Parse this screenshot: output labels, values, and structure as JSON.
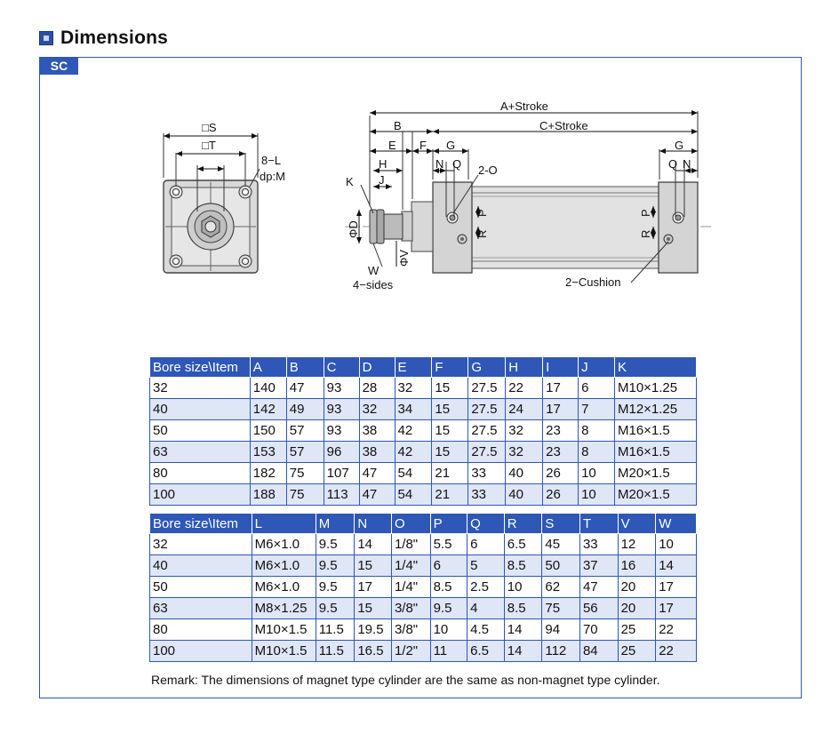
{
  "header": {
    "title": "Dimensions"
  },
  "panel": {
    "tag": "SC"
  },
  "drawing": {
    "front_labels": [
      "□S",
      "□T",
      "8−L",
      "dp:M"
    ],
    "side_labels": {
      "a_stroke": "A+Stroke",
      "b": "B",
      "c_stroke": "C+Stroke",
      "e": "E",
      "f": "F",
      "g_left": "G",
      "g_right": "G",
      "h": "H",
      "j": "J",
      "k": "K",
      "n_left": "N",
      "q_left": "Q",
      "q_right": "Q",
      "n_right": "N",
      "port": "2-O",
      "d": "ΦD",
      "v": "ΦV",
      "p_left": "P",
      "r_left": "R",
      "p_right": "P",
      "r_right": "R",
      "w": "W",
      "sides": "4−sides",
      "cushion": "2−Cushion"
    }
  },
  "table1": {
    "headers": [
      "Bore size\\Item",
      "A",
      "B",
      "C",
      "D",
      "E",
      "F",
      "G",
      "H",
      "I",
      "J",
      "K"
    ],
    "rows": [
      [
        "32",
        "140",
        "47",
        "93",
        "28",
        "32",
        "15",
        "27.5",
        "22",
        "17",
        "6",
        "M10×1.25"
      ],
      [
        "40",
        "142",
        "49",
        "93",
        "32",
        "34",
        "15",
        "27.5",
        "24",
        "17",
        "7",
        "M12×1.25"
      ],
      [
        "50",
        "150",
        "57",
        "93",
        "38",
        "42",
        "15",
        "27.5",
        "32",
        "23",
        "8",
        "M16×1.5"
      ],
      [
        "63",
        "153",
        "57",
        "96",
        "38",
        "42",
        "15",
        "27.5",
        "32",
        "23",
        "8",
        "M16×1.5"
      ],
      [
        "80",
        "182",
        "75",
        "107",
        "47",
        "54",
        "21",
        "33",
        "40",
        "26",
        "10",
        "M20×1.5"
      ],
      [
        "100",
        "188",
        "75",
        "113",
        "47",
        "54",
        "21",
        "33",
        "40",
        "26",
        "10",
        "M20×1.5"
      ]
    ]
  },
  "table2": {
    "headers": [
      "Bore size\\Item",
      "L",
      "M",
      "N",
      "O",
      "P",
      "Q",
      "R",
      "S",
      "T",
      "V",
      "W"
    ],
    "rows": [
      [
        "32",
        "M6×1.0",
        "9.5",
        "14",
        "1/8\"",
        "5.5",
        "6",
        "6.5",
        "45",
        "33",
        "12",
        "10"
      ],
      [
        "40",
        "M6×1.0",
        "9.5",
        "15",
        "1/4\"",
        "6",
        "5",
        "8.5",
        "50",
        "37",
        "16",
        "14"
      ],
      [
        "50",
        "M6×1.0",
        "9.5",
        "17",
        "1/4\"",
        "8.5",
        "2.5",
        "10",
        "62",
        "47",
        "20",
        "17"
      ],
      [
        "63",
        "M8×1.25",
        "9.5",
        "15",
        "3/8\"",
        "9.5",
        "4",
        "8.5",
        "75",
        "56",
        "20",
        "17"
      ],
      [
        "80",
        "M10×1.5",
        "11.5",
        "19.5",
        "3/8\"",
        "10",
        "4.5",
        "14",
        "94",
        "70",
        "25",
        "22"
      ],
      [
        "100",
        "M10×1.5",
        "11.5",
        "16.5",
        "1/2\"",
        "11",
        "6.5",
        "14",
        "112",
        "84",
        "25",
        "22"
      ]
    ]
  },
  "remark": "Remark: The dimensions of magnet type cylinder are the same as non-magnet type cylinder."
}
